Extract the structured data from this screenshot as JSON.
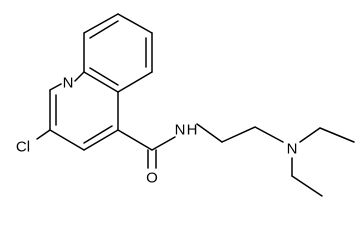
{
  "molecule": {
    "atom_labels": {
      "ring_nitrogen": "N",
      "chlorine": "Cl",
      "amide_nitrogen": "N",
      "amide_hydrogen": "H",
      "carbonyl_oxygen": "O",
      "amine_nitrogen": "N"
    }
  }
}
